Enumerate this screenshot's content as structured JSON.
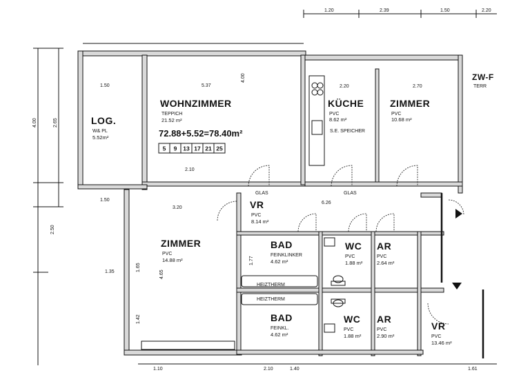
{
  "rooms": {
    "loggia": {
      "name": "LOG.",
      "sub": "W& PL",
      "area": "5.52m²"
    },
    "wohnzimmer": {
      "name": "WOHNZIMMER",
      "sub": "TEPPICH",
      "area": "21.52 m²"
    },
    "kueche": {
      "name": "KÜCHE",
      "sub": "PVC",
      "area": "8.62 m²",
      "note": "S.E. SPEICHER"
    },
    "zimmer1": {
      "name": "ZIMMER",
      "sub": "PVC",
      "area": "10.68 m²"
    },
    "vr1": {
      "name": "VR",
      "sub": "PVC",
      "area": "8.14 m²"
    },
    "zimmer2": {
      "name": "ZIMMER",
      "sub": "PVC",
      "area": "14.88 m²"
    },
    "bad1": {
      "name": "BAD",
      "sub": "FEINKLINKER",
      "area": "4.62 m²"
    },
    "wc1": {
      "name": "WC",
      "sub": "PVC",
      "area": "1.88 m²"
    },
    "ar1": {
      "name": "AR",
      "sub": "PVC",
      "area": "2.64 m²"
    },
    "bad2": {
      "name": "BAD",
      "sub": "FEINKL.",
      "area": "4.62 m²"
    },
    "wc2": {
      "name": "WC",
      "sub": "PVC",
      "area": "1.88 m²"
    },
    "ar2": {
      "name": "AR",
      "sub": "PVC",
      "area": "2.90 m²"
    },
    "vr2": {
      "name": "VR",
      "sub": "PVC",
      "area": "13.46 m²"
    }
  },
  "area_formula": "72.88+5.52=78.40m²",
  "unit_grid": [
    "5",
    "9",
    "13",
    "17",
    "21",
    "25"
  ],
  "top_dims": [
    "1.20",
    "2.39",
    "1.50",
    "2.20"
  ],
  "left_dims": [
    "4.00",
    "2.65",
    "2.50",
    "1.42",
    "1.65",
    "1.35"
  ],
  "room_dims": {
    "loggia_w": "1.50",
    "wohn_w": "5.37",
    "kueche_w": "2.20",
    "zimmer1_w": "2.70",
    "wohn_h": "4.00",
    "wohn_bottom": "2.10",
    "zimmer2_w": "3.20",
    "vr_w": "6.26",
    "zimmer2_h": "4.65",
    "bad_h": "1.77",
    "bath_bottom": [
      "1.10",
      "2.10",
      "1.40",
      "1.61"
    ]
  },
  "labels": {
    "glas": "GLAS",
    "heiztherm": "HEIZTHERM",
    "zw": "ZW-F",
    "terr": "TERR"
  }
}
